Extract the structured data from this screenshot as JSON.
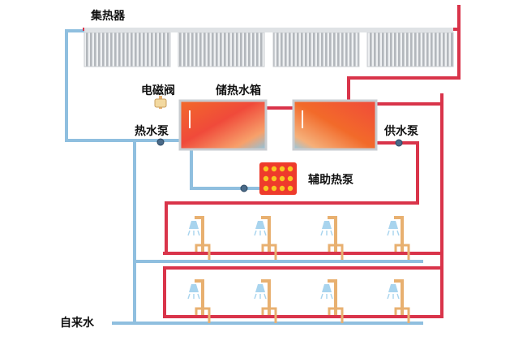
{
  "labels": {
    "collector": "集热器",
    "solenoid_valve": "电磁阀",
    "storage_tank": "储热水箱",
    "hot_water_pump": "热水泵",
    "supply_pump": "供水泵",
    "aux_heat_pump": "辅助热泵",
    "tap_water": "自来水"
  },
  "colors": {
    "hot_pipe": "#d9344a",
    "cold_pipe": "#8fbfdf",
    "tank_hot": "#f04a3a",
    "tank_warm": "#f5a623",
    "tank_cold": "#7ab8d8",
    "collector_tube": "#b9bcc0",
    "faucet": "#e8b070",
    "spray": "#a8d4ee"
  },
  "counts": {
    "collector_panels": 4,
    "shower_rows": 2,
    "showers_per_row": 4
  }
}
